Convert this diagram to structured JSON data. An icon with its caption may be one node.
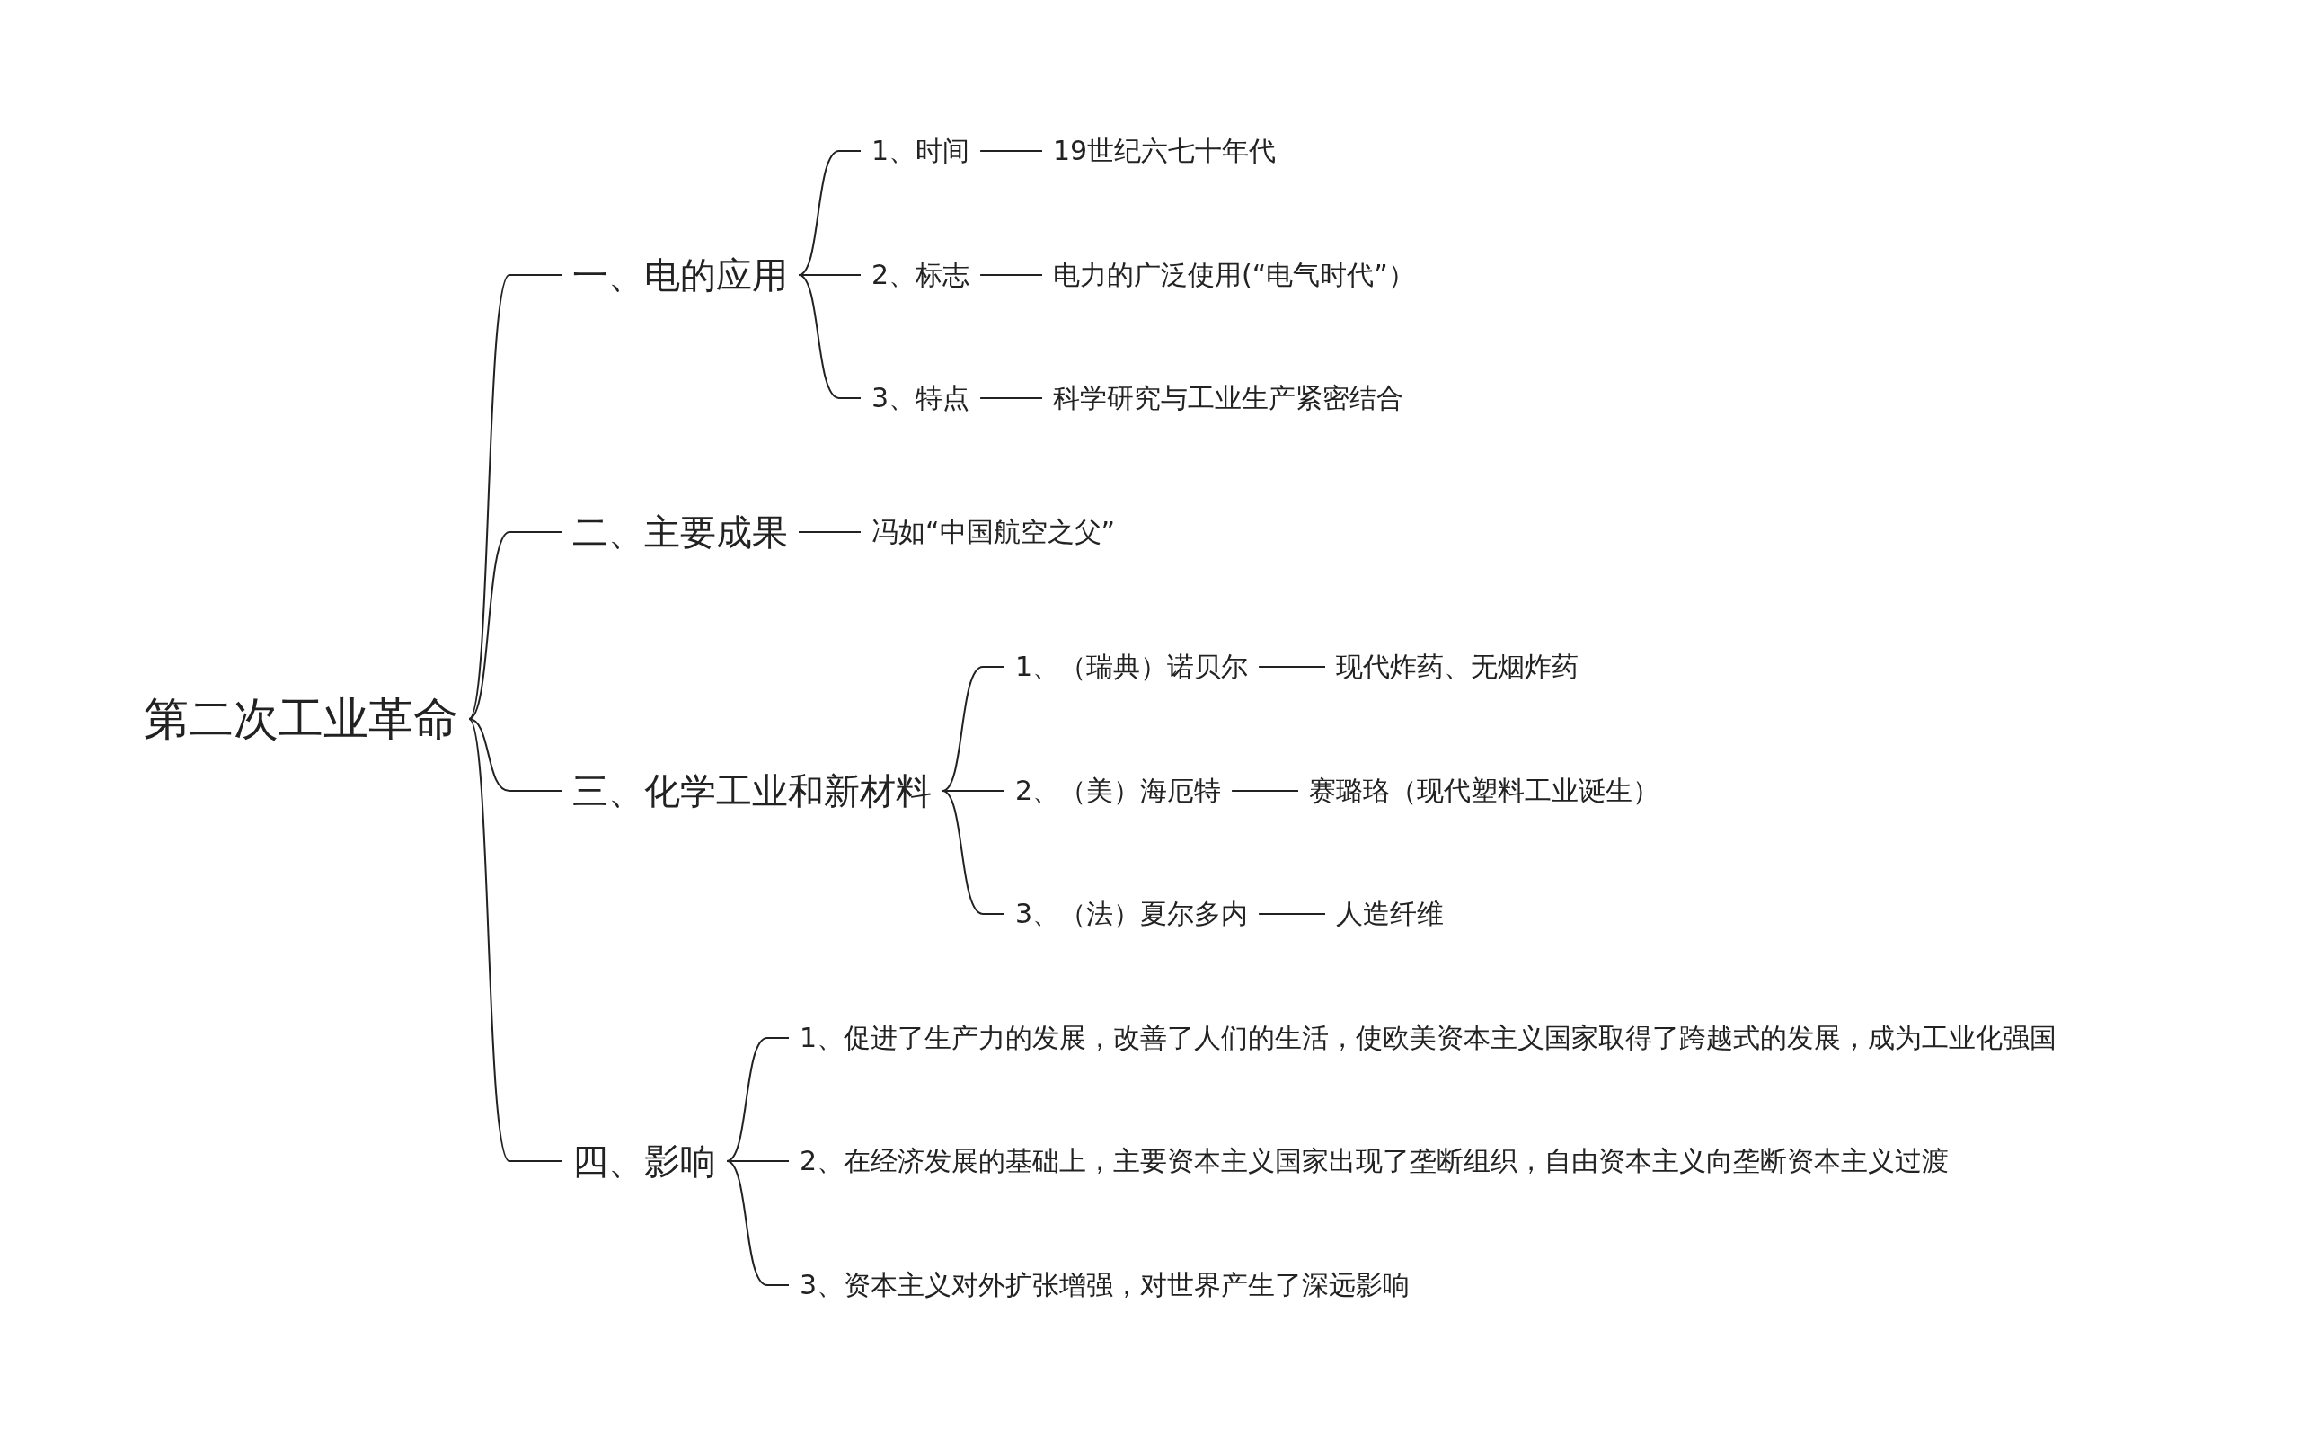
{
  "diagram": {
    "nodes": [
      {
        "text": [
          "第二次工业革命"
        ]
      },
      {
        "text": [
          "一、电的应用"
        ]
      },
      {
        "text": [
          "1、时间"
        ]
      },
      {
        "text": [
          "19世纪六七十年代"
        ]
      },
      {
        "text": [
          "2、标志"
        ]
      },
      {
        "text": [
          "电力的广泛使用(“电气时代”）"
        ]
      },
      {
        "text": [
          "3、特点"
        ]
      },
      {
        "text": [
          "科学研究与工业生产紧密结合"
        ]
      },
      {
        "text": [
          "二、主要成果"
        ]
      },
      {
        "text": [
          "冯如“中国航空之父”"
        ]
      },
      {
        "text": [
          "三、化学工业和新材料"
        ]
      },
      {
        "text": [
          "1、（瑞典）诺贝尔"
        ]
      },
      {
        "text": [
          "现代炸药、无烟炸药"
        ]
      },
      {
        "text": [
          "2、（美）海厄特"
        ]
      },
      {
        "text": [
          "赛璐珞（现代塑料工业诞生）"
        ]
      },
      {
        "text": [
          "3、（法）夏尔多内"
        ]
      },
      {
        "text": [
          "人造纤维"
        ]
      },
      {
        "text": [
          "四、影响"
        ]
      },
      {
        "text": [
          "1、促进了生产力的发展，改善了人们的生活，使欧美资本主义国家取得了跨越式的发展，成为工业化强国"
        ]
      },
      {
        "text": [
          "2、在经济发展的基础上，主要资本主义国家出现了垄断组织，自由资本主义向垄断资本主义过渡"
        ]
      },
      {
        "text": [
          "3、资本主义对外扩张增强，对世界产生了深远影响"
        ]
      }
    ],
    "edges": [
      {
        "from": 0,
        "to": 1,
        "arrow": "none"
      },
      {
        "from": 0,
        "to": 8,
        "arrow": "none"
      },
      {
        "from": 0,
        "to": 10,
        "arrow": "none"
      },
      {
        "from": 0,
        "to": 17,
        "arrow": "none"
      },
      {
        "from": 1,
        "to": 2,
        "arrow": "none"
      },
      {
        "from": 1,
        "to": 4,
        "arrow": "none"
      },
      {
        "from": 1,
        "to": 6,
        "arrow": "none"
      },
      {
        "from": 2,
        "to": 3,
        "arrow": "none"
      },
      {
        "from": 4,
        "to": 5,
        "arrow": "none"
      },
      {
        "from": 6,
        "to": 7,
        "arrow": "none"
      },
      {
        "from": 8,
        "to": 9,
        "arrow": "none"
      },
      {
        "from": 10,
        "to": 11,
        "arrow": "none"
      },
      {
        "from": 10,
        "to": 13,
        "arrow": "none"
      },
      {
        "from": 10,
        "to": 15,
        "arrow": "none"
      },
      {
        "from": 11,
        "to": 12,
        "arrow": "none"
      },
      {
        "from": 13,
        "to": 14,
        "arrow": "none"
      },
      {
        "from": 15,
        "to": 16,
        "arrow": "none"
      },
      {
        "from": 17,
        "to": 18,
        "arrow": "none"
      },
      {
        "from": 17,
        "to": 19,
        "arrow": "none"
      },
      {
        "from": 17,
        "to": 20,
        "arrow": "none"
      }
    ]
  }
}
